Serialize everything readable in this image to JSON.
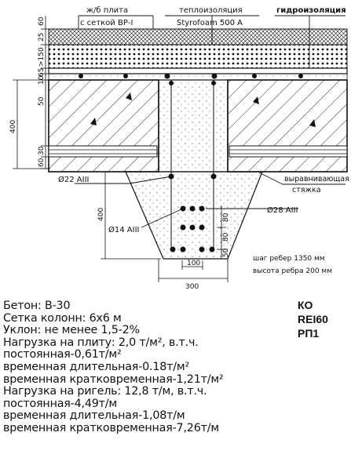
{
  "labels": {
    "slab": "ж/б плита",
    "mesh": "с сеткой ВР-I",
    "insulation": "теплоизоляция",
    "insulation_brand": "Styrofoam 500 А",
    "waterproofing": "гидроизоляция",
    "leveling_1": "выравнивающая",
    "leveling_2": "стяжка",
    "rebar_22": "Ø22 АIII",
    "rebar_28": "Ø28 АIII",
    "rebar_14": "Ø14 АIII",
    "rib_step": "шаг ребер 1350 мм",
    "rib_height": "высота ребра 200 мм"
  },
  "dimensions": {
    "d60": "60",
    "d25": "25",
    "d150": ">150",
    "d65": "65",
    "d10": "10",
    "d50": "50",
    "d400a": "400",
    "d30": "30",
    "d60b": "60",
    "d400b": "400",
    "d80a": "80",
    "d80b": "80",
    "d50b": "50",
    "d100": "100",
    "d300": "300"
  },
  "notes": [
    "Бетон: В-30",
    "Сетка колонн: 6х6 м",
    "Уклон: не менее 1,5-2%",
    "Нагрузка на плиту: 2,0 т/м², в.т.ч.",
    "постоянная-0,61т/м²",
    "временная длительная-0.18т/м²",
    "временная кратковременная-1,21т/м²",
    "Нагрузка на ригель: 12,8 т/м, в.т.ч.",
    "постоянная-4,49т/м",
    "временная длительная-1,08т/м",
    "временная кратковременная-7,26т/м"
  ],
  "badges": [
    "КО",
    "REI60",
    "РП1"
  ]
}
